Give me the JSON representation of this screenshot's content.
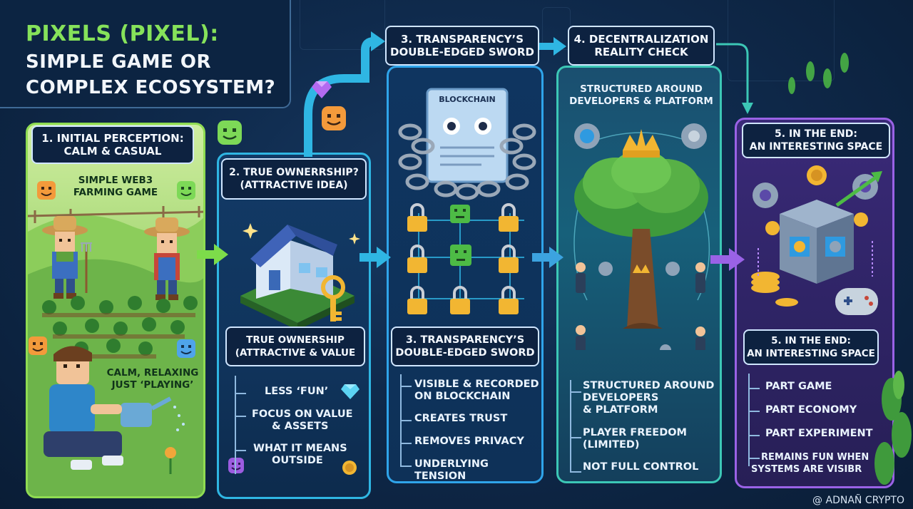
{
  "title": {
    "line1": "PIXELS (PIXEL):",
    "line2": "SIMPLE GAME OR",
    "line3": "COMPLEX ECOSYSTEM?"
  },
  "panel1": {
    "header_line1": "1. INITIAL PERCEPTION:",
    "header_line2": "CALM & CASUAL",
    "label_top_line1": "SIMPLE WEB3",
    "label_top_line2": "FARMING GAME",
    "label_bottom_line1": "CALM, RELAXING",
    "label_bottom_line2": "JUST ‘PLAYING’"
  },
  "panel2": {
    "header_line1": "2. TRUE OWNERRSHIP?",
    "header_line2": "(ATTRACTIVE IDEA)",
    "sub_header_line1": "TRUE OWNERSHIP",
    "sub_header_line2": "(ATTRACTIVE  & VALUE",
    "bullets": [
      "LESS ‘FUN’",
      "FOCUS ON VALUE",
      "& ASSETS",
      "WHAT IT MEANS",
      "OUTSIDE"
    ]
  },
  "panel3": {
    "header_line1": "3. TRANSPARENCY’S",
    "header_line2": "DOUBLE-EDGED SWORD",
    "doc_label": "BLOCKCHAIN",
    "sub_header_line1": "3. TRANSPARENCY’S",
    "sub_header_line2": "DOUBLE-EDGED SWORD",
    "bullets": [
      "VISIBLE & RECORDED",
      "ON BLOCKCHAIN",
      "CREATES TRUST",
      "REMOVES PRIVACY",
      "UNDERLYING TENSION"
    ]
  },
  "panel4": {
    "header_line1": "4. DECENTRALIZATION",
    "header_line2": "REALITY CHECK",
    "top_label_line1": "STRUCTURED AROUND",
    "top_label_line2": "DEVELOPERS & PLATFORM",
    "bullets": [
      "STRUCTURED AROUND",
      "DEVELOPERS",
      "& PLATFORM",
      "PLAYER FREEDOM",
      "(LIMITED)",
      "NOT FULL CONTROL"
    ]
  },
  "panel5": {
    "header_line1": "5. IN THE END:",
    "header_line2": "AN INTERESTING SPACE",
    "sub_header_line1": "5. IN THE END:",
    "sub_header_line2": "AN INTERESTING SPACE",
    "bullets": [
      "PART GAME",
      "PART ECONOMY",
      "PART EXPERIMENT",
      "REMAINS FUN WHEN",
      "SYSTEMS ARE VISIBR"
    ]
  },
  "watermark": "@ ADNAÑ CRYPTO",
  "colors": {
    "title_green": "#86e25a",
    "panel1_border": "#8fdc52",
    "panel2_border": "#2fb6e3",
    "panel3_border": "#2fa4ea",
    "panel4_border": "#3cc7b6",
    "panel5_border": "#9a62e6"
  }
}
